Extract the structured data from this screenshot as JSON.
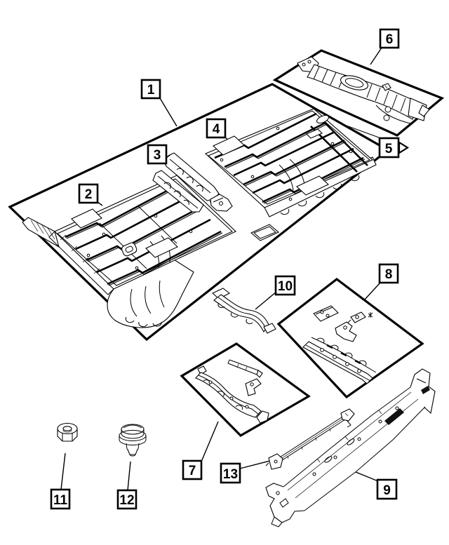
{
  "figure": {
    "kind": "exploded-parts-diagram",
    "colors": {
      "background": "#ffffff",
      "line": "#000000"
    },
    "callouts": [
      {
        "number": "1"
      },
      {
        "number": "2"
      },
      {
        "number": "3"
      },
      {
        "number": "4"
      },
      {
        "number": "5"
      },
      {
        "number": "6"
      },
      {
        "number": "7"
      },
      {
        "number": "8"
      },
      {
        "number": "9"
      },
      {
        "number": "10"
      },
      {
        "number": "11"
      },
      {
        "number": "12"
      },
      {
        "number": "13"
      }
    ]
  }
}
